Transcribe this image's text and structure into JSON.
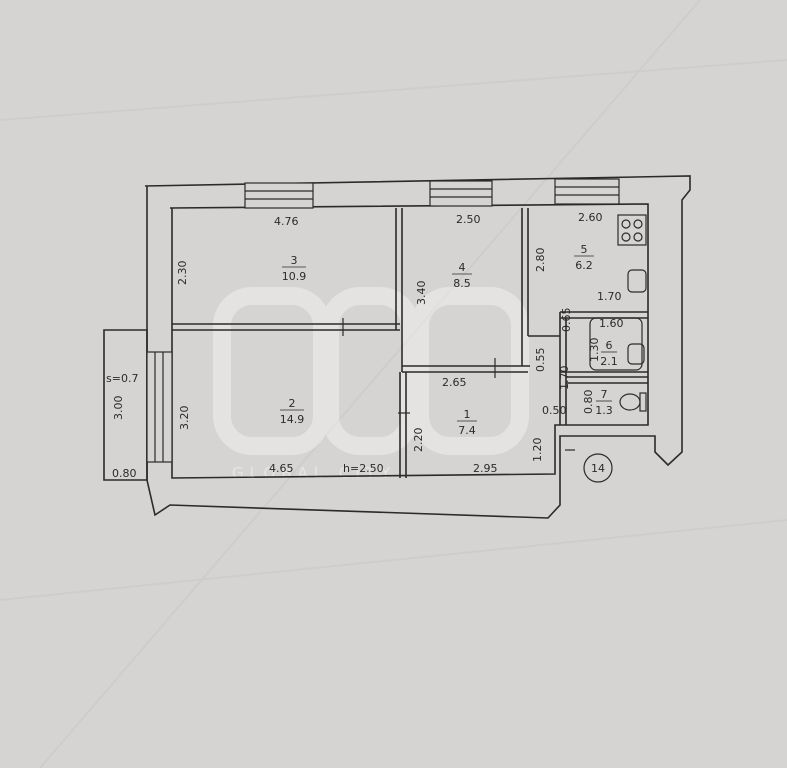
{
  "dimensions": {
    "top_room3": "4.76",
    "top_room4": "2.50",
    "top_room5": "2.60",
    "room3_height": "2.30",
    "room4_height": "3.40",
    "room5_height": "2.80",
    "bath_width": "1.70",
    "toilet_top": "0.65",
    "bath6_width": "1.60",
    "bath6_height": "1.30",
    "wall_055": "0.55",
    "hall_170": "1.70",
    "room1_width": "2.65",
    "toilet_080": "0.80",
    "hall_050": "0.50",
    "room2_height": "3.20",
    "balcony_height": "3.00",
    "hall_220": "2.20",
    "hall_120": "1.20",
    "room2_width": "4.65",
    "ceiling_height": "h=2.50",
    "hall_width": "2.95",
    "balcony_width": "0.80",
    "balcony_area": "s=0.7"
  },
  "rooms": [
    {
      "number": "1",
      "area": "7.4"
    },
    {
      "number": "2",
      "area": "14.9"
    },
    {
      "number": "3",
      "area": "10.9"
    },
    {
      "number": "4",
      "area": "8.5"
    },
    {
      "number": "5",
      "area": "6.2"
    },
    {
      "number": "6",
      "area": "2.1"
    },
    {
      "number": "7",
      "area": "1.3"
    }
  ],
  "apartment_number": "14",
  "watermark": "GLOBAL CITY",
  "colors": {
    "paper": "#d6d4d2",
    "ink": "#2b2b2b",
    "wall": "#2b2b2b"
  }
}
